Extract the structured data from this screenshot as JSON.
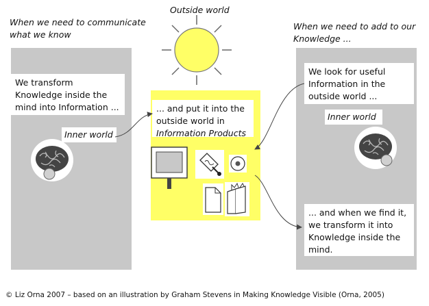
{
  "left_heading": "When we need to communicate what we know",
  "right_heading": "When we need to add to our Knowledge ...",
  "outside_world": "Outside world",
  "left_box_text": "We transform Knowledge inside the mind into Information ...",
  "inner_world_left": "Inner world",
  "center_text_line1": "... and put it into the outside world in",
  "center_text_line2": "Information Products",
  "right_box_top": "We look for useful Information in the outside world ...",
  "inner_world_right": "Inner world",
  "right_box_bottom": "... and when we find it, we transform it into Knowledge inside the mind.",
  "footer": "© Liz Orna 2007 – based on an illustration by Graham Stevens in Making Knowledge Visible (Orna, 2005)",
  "colors": {
    "panel": "#c8c8c8",
    "center_panel": "#ffff66",
    "sun": "#ffff66",
    "brain": "#444444"
  },
  "icons": [
    "sun-icon",
    "brain-icon",
    "monitor-icon",
    "pen-document-icon",
    "cd-icon",
    "document-icon",
    "book-icon"
  ]
}
